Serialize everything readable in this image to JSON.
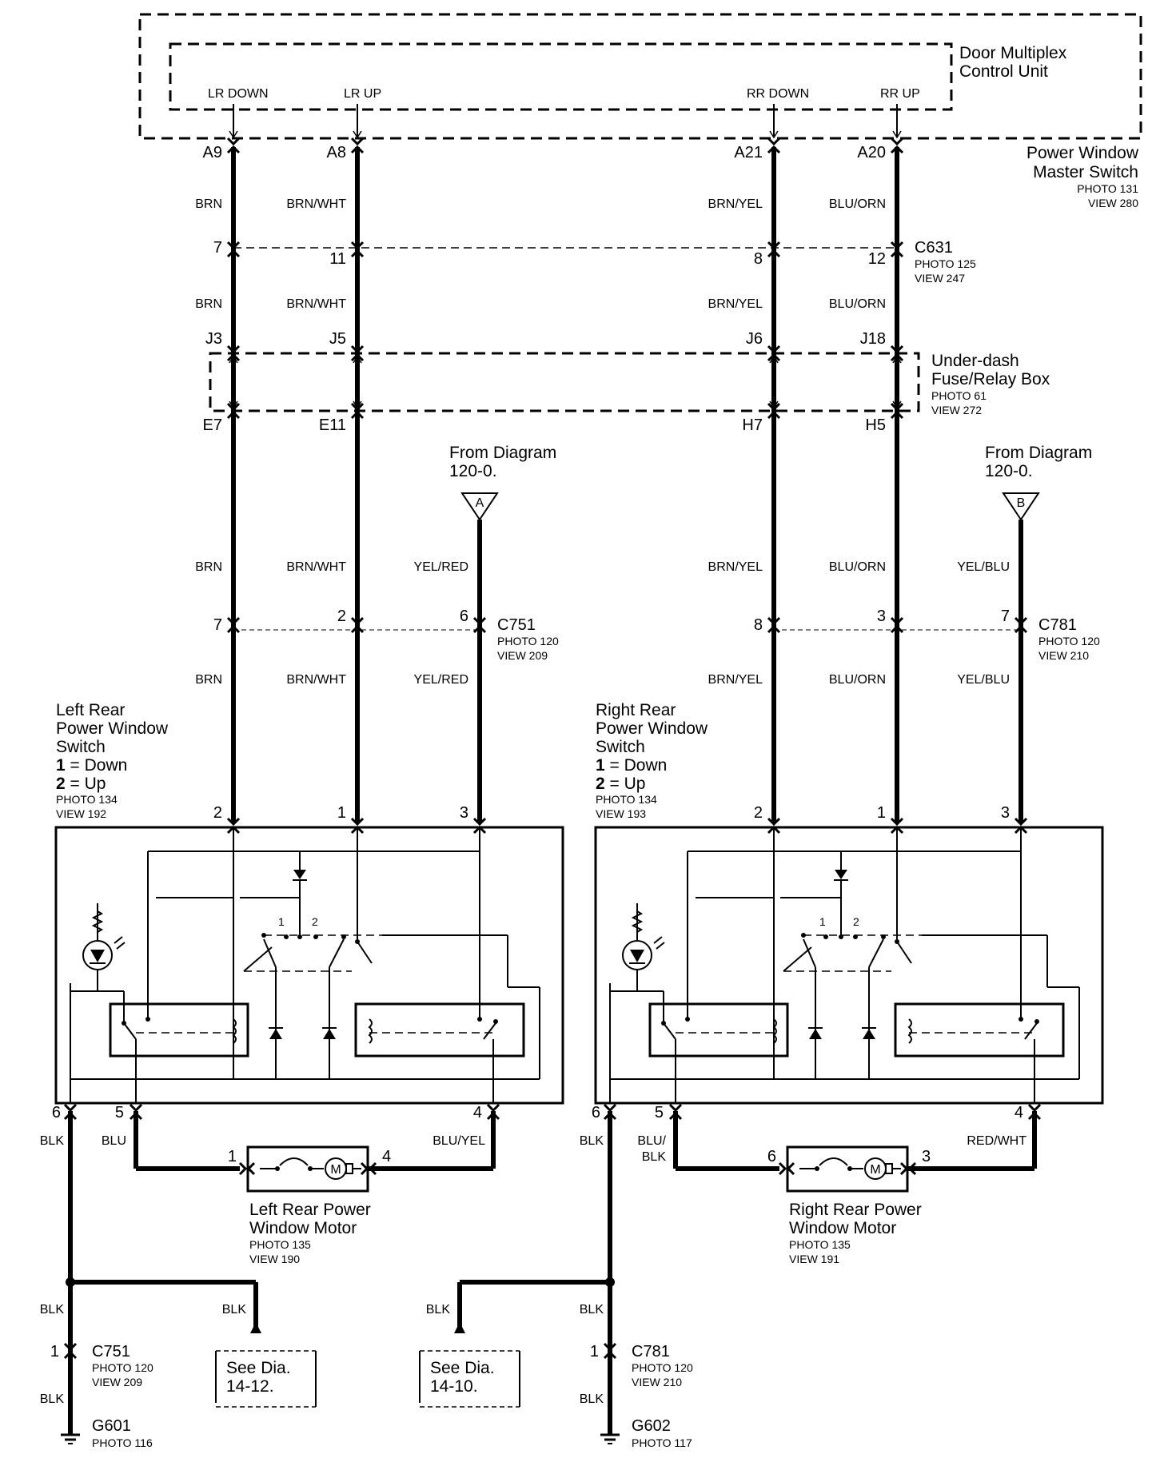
{
  "dmcu": {
    "title1": "Door Multiplex",
    "title2": "Control Unit",
    "lr_down": "LR DOWN",
    "lr_up": "LR UP",
    "rr_down": "RR DOWN",
    "rr_up": "RR UP"
  },
  "master": {
    "title1": "Power Window",
    "title2": "Master Switch",
    "photo": "PHOTO 131",
    "view": "VIEW 280",
    "pins": {
      "a9": "A9",
      "a8": "A8",
      "a21": "A21",
      "a20": "A20"
    }
  },
  "c631": {
    "name": "C631",
    "photo": "PHOTO 125",
    "view": "VIEW 247",
    "pins": {
      "p7": "7",
      "p11": "11",
      "p8": "8",
      "p12": "12"
    }
  },
  "fusebox": {
    "title1": "Under-dash",
    "title2": "Fuse/Relay Box",
    "photo": "PHOTO 61",
    "view": "VIEW 272",
    "top_pins": {
      "j3": "J3",
      "j5": "J5",
      "j6": "J6",
      "j18": "J18"
    },
    "bottom_pins": {
      "e7": "E7",
      "e11": "E11",
      "h7": "H7",
      "h5": "H5"
    }
  },
  "wire_colors": {
    "brn": "BRN",
    "brn_wht": "BRN/WHT",
    "brn_yel": "BRN/YEL",
    "blu_orn": "BLU/ORN",
    "yel_red": "YEL/RED",
    "yel_blu": "YEL/BLU",
    "blk": "BLK",
    "blu": "BLU",
    "blu_yel": "BLU/YEL",
    "blu_blk_1": "BLU/",
    "blu_blk_2": "BLK",
    "red_wht": "RED/WHT"
  },
  "from_a": {
    "line1": "From Diagram",
    "line2": "120-0.",
    "marker": "A"
  },
  "from_b": {
    "line1": "From Diagram",
    "line2": "120-0.",
    "marker": "B"
  },
  "c751": {
    "name": "C751",
    "photo": "PHOTO 120",
    "view": "VIEW 209",
    "pins": {
      "p7": "7",
      "p2": "2",
      "p6": "6"
    }
  },
  "c781": {
    "name": "C781",
    "photo": "PHOTO 120",
    "view": "VIEW 210",
    "pins": {
      "p8": "8",
      "p3": "3",
      "p7": "7"
    }
  },
  "left_switch": {
    "line1": "Left Rear",
    "line2": "Power Window",
    "line3": "Switch",
    "down_num": "1",
    "down_text": " = Down",
    "up_num": "2",
    "up_text": " = Up",
    "photo": "PHOTO 134",
    "view": "VIEW 192",
    "top_pins": {
      "p2": "2",
      "p1": "1",
      "p3": "3"
    },
    "bottom_pins": {
      "p6": "6",
      "p5": "5",
      "p4": "4"
    },
    "pos1": "1",
    "pos2": "2"
  },
  "right_switch": {
    "line1": "Right Rear",
    "line2": "Power Window",
    "line3": "Switch",
    "down_num": "1",
    "down_text": " = Down",
    "up_num": "2",
    "up_text": " = Up",
    "photo": "PHOTO 134",
    "view": "VIEW 193",
    "top_pins": {
      "p2": "2",
      "p1": "1",
      "p3": "3"
    },
    "bottom_pins": {
      "p6": "6",
      "p5": "5",
      "p4": "4"
    },
    "pos1": "1",
    "pos2": "2"
  },
  "left_motor": {
    "line1": "Left Rear Power",
    "line2": "Window Motor",
    "photo": "PHOTO 135",
    "view": "VIEW 190",
    "pin_l": "1",
    "pin_r": "4",
    "symbol": "M"
  },
  "right_motor": {
    "line1": "Right Rear Power",
    "line2": "Window Motor",
    "photo": "PHOTO 135",
    "view": "VIEW 191",
    "pin_l": "6",
    "pin_r": "3",
    "symbol": "M"
  },
  "left_ground": {
    "c_pin": "1",
    "c_name": "C751",
    "c_photo": "PHOTO 120",
    "c_view": "VIEW 209",
    "g_name": "G601",
    "g_photo": "PHOTO 116",
    "see1": "See Dia.",
    "see2": "14-12."
  },
  "right_ground": {
    "c_pin": "1",
    "c_name": "C781",
    "c_photo": "PHOTO 120",
    "c_view": "VIEW 210",
    "g_name": "G602",
    "g_photo": "PHOTO 117",
    "see1": "See Dia.",
    "see2": "14-10."
  }
}
